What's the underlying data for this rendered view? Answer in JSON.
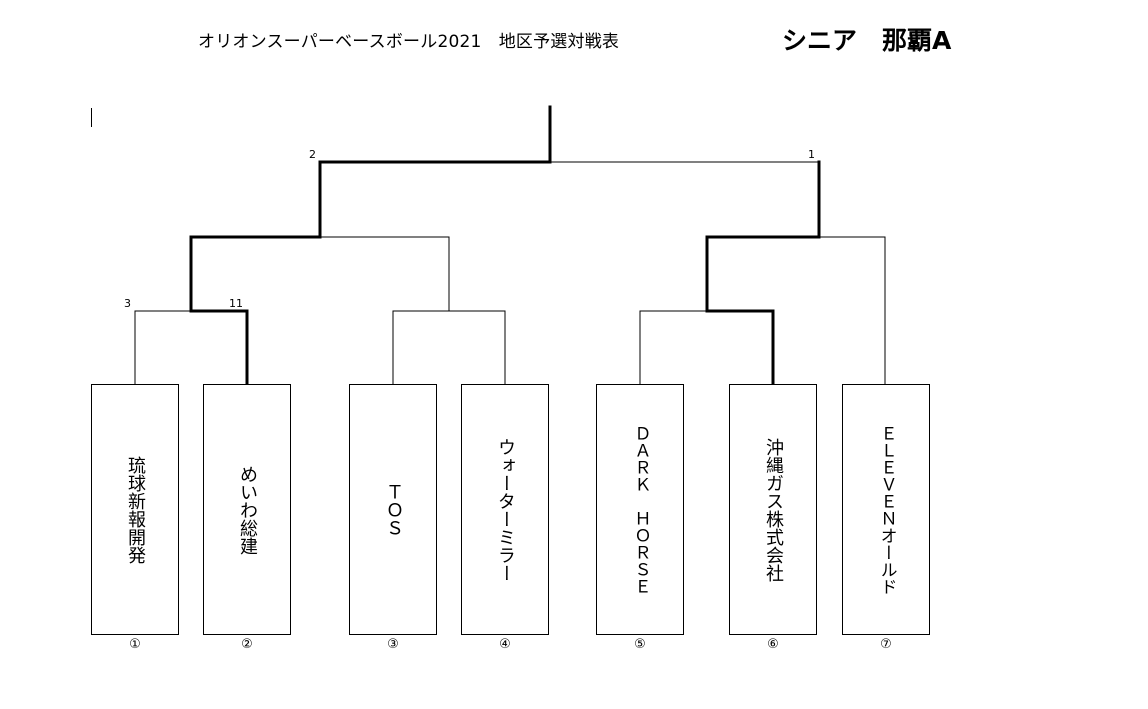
{
  "header": {
    "title": "オリオンスーパーベースボール2021　地区予選対戦表",
    "division": "シニア　那覇A"
  },
  "seeds": {
    "left_semifinal": "2",
    "right_semifinal": "1",
    "first_round_left": "3",
    "first_round_right": "11"
  },
  "teams": [
    {
      "name": "琉球新報開発",
      "number": "①"
    },
    {
      "name": "めいわ総建",
      "number": "②"
    },
    {
      "name": "ＴＯＳ",
      "number": "③"
    },
    {
      "name": "ウォーターミラー",
      "number": "④"
    },
    {
      "name": "ＤＡＲＫ　ＨＯＲＳＥ",
      "number": "⑤"
    },
    {
      "name": "沖縄ガス株式会社",
      "number": "⑥"
    },
    {
      "name": "ＥＬＥＶＥＮオールド",
      "number": "⑦"
    }
  ]
}
